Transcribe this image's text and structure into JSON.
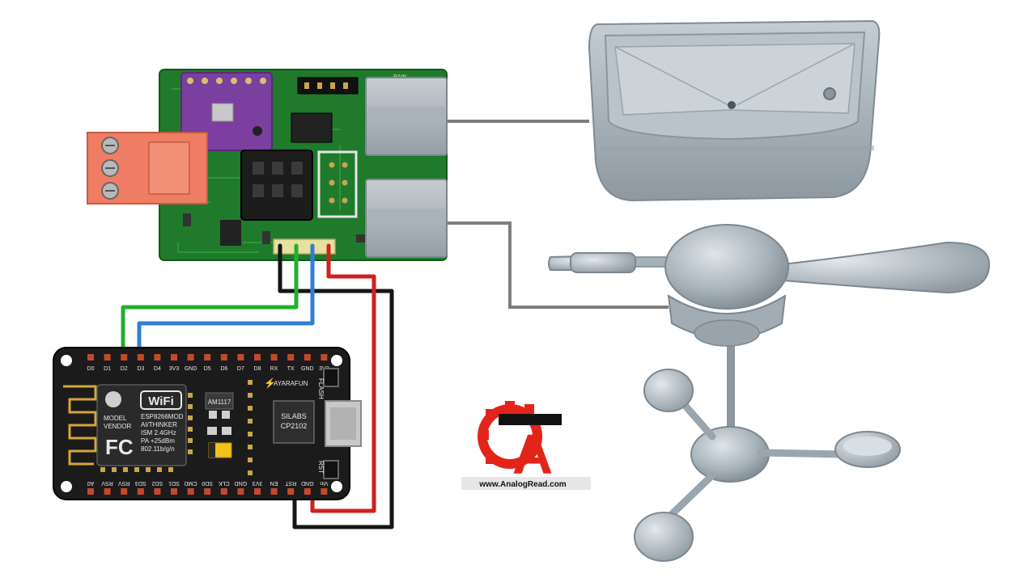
{
  "nodemcu": {
    "top_pins": [
      "D0",
      "D1",
      "D2",
      "D3",
      "D4",
      "3V3",
      "GND",
      "D5",
      "D6",
      "D7",
      "D8",
      "RX",
      "TX",
      "GND",
      "3V3"
    ],
    "bottom_pins": [
      "A0",
      "RSV",
      "RSV",
      "SD3",
      "SD2",
      "SD1",
      "CMD",
      "SD0",
      "CLK",
      "GND",
      "3V3",
      "EN",
      "RST",
      "GND",
      "Vin"
    ],
    "shield_lines": [
      "MODEL",
      "VENDOR"
    ],
    "module_lines": [
      "ESP8266MOD",
      "AI/THINKER",
      "ISM 2.4GHz",
      "PA +25dBm",
      "802.11b/g/n"
    ],
    "wifi_label": "WiFi",
    "fc_label": "FC",
    "regulator_label": "AM1117",
    "brand_label": "AYARAFUN",
    "chip_lines": [
      "SILABS",
      "CP2102"
    ],
    "flash_label": "FLASH",
    "rst_label": "RST"
  },
  "interface_board": {
    "silk_label": "RAIN"
  },
  "logo": {
    "letter": "A",
    "url_text": "www.AnalogRead.com"
  },
  "colors": {
    "wire_black": "#151515",
    "wire_green": "#23b02b",
    "wire_blue": "#2f7fd6",
    "wire_red": "#d21f1f",
    "cable_gray": "#7d7d7d",
    "pcb_green": "#1f7a2c",
    "sensor_purple": "#7b3fa0",
    "terminal_orange": "#ef7d63",
    "sensor_gray": "#a8b2ba",
    "logo_red": "#e3241b"
  }
}
